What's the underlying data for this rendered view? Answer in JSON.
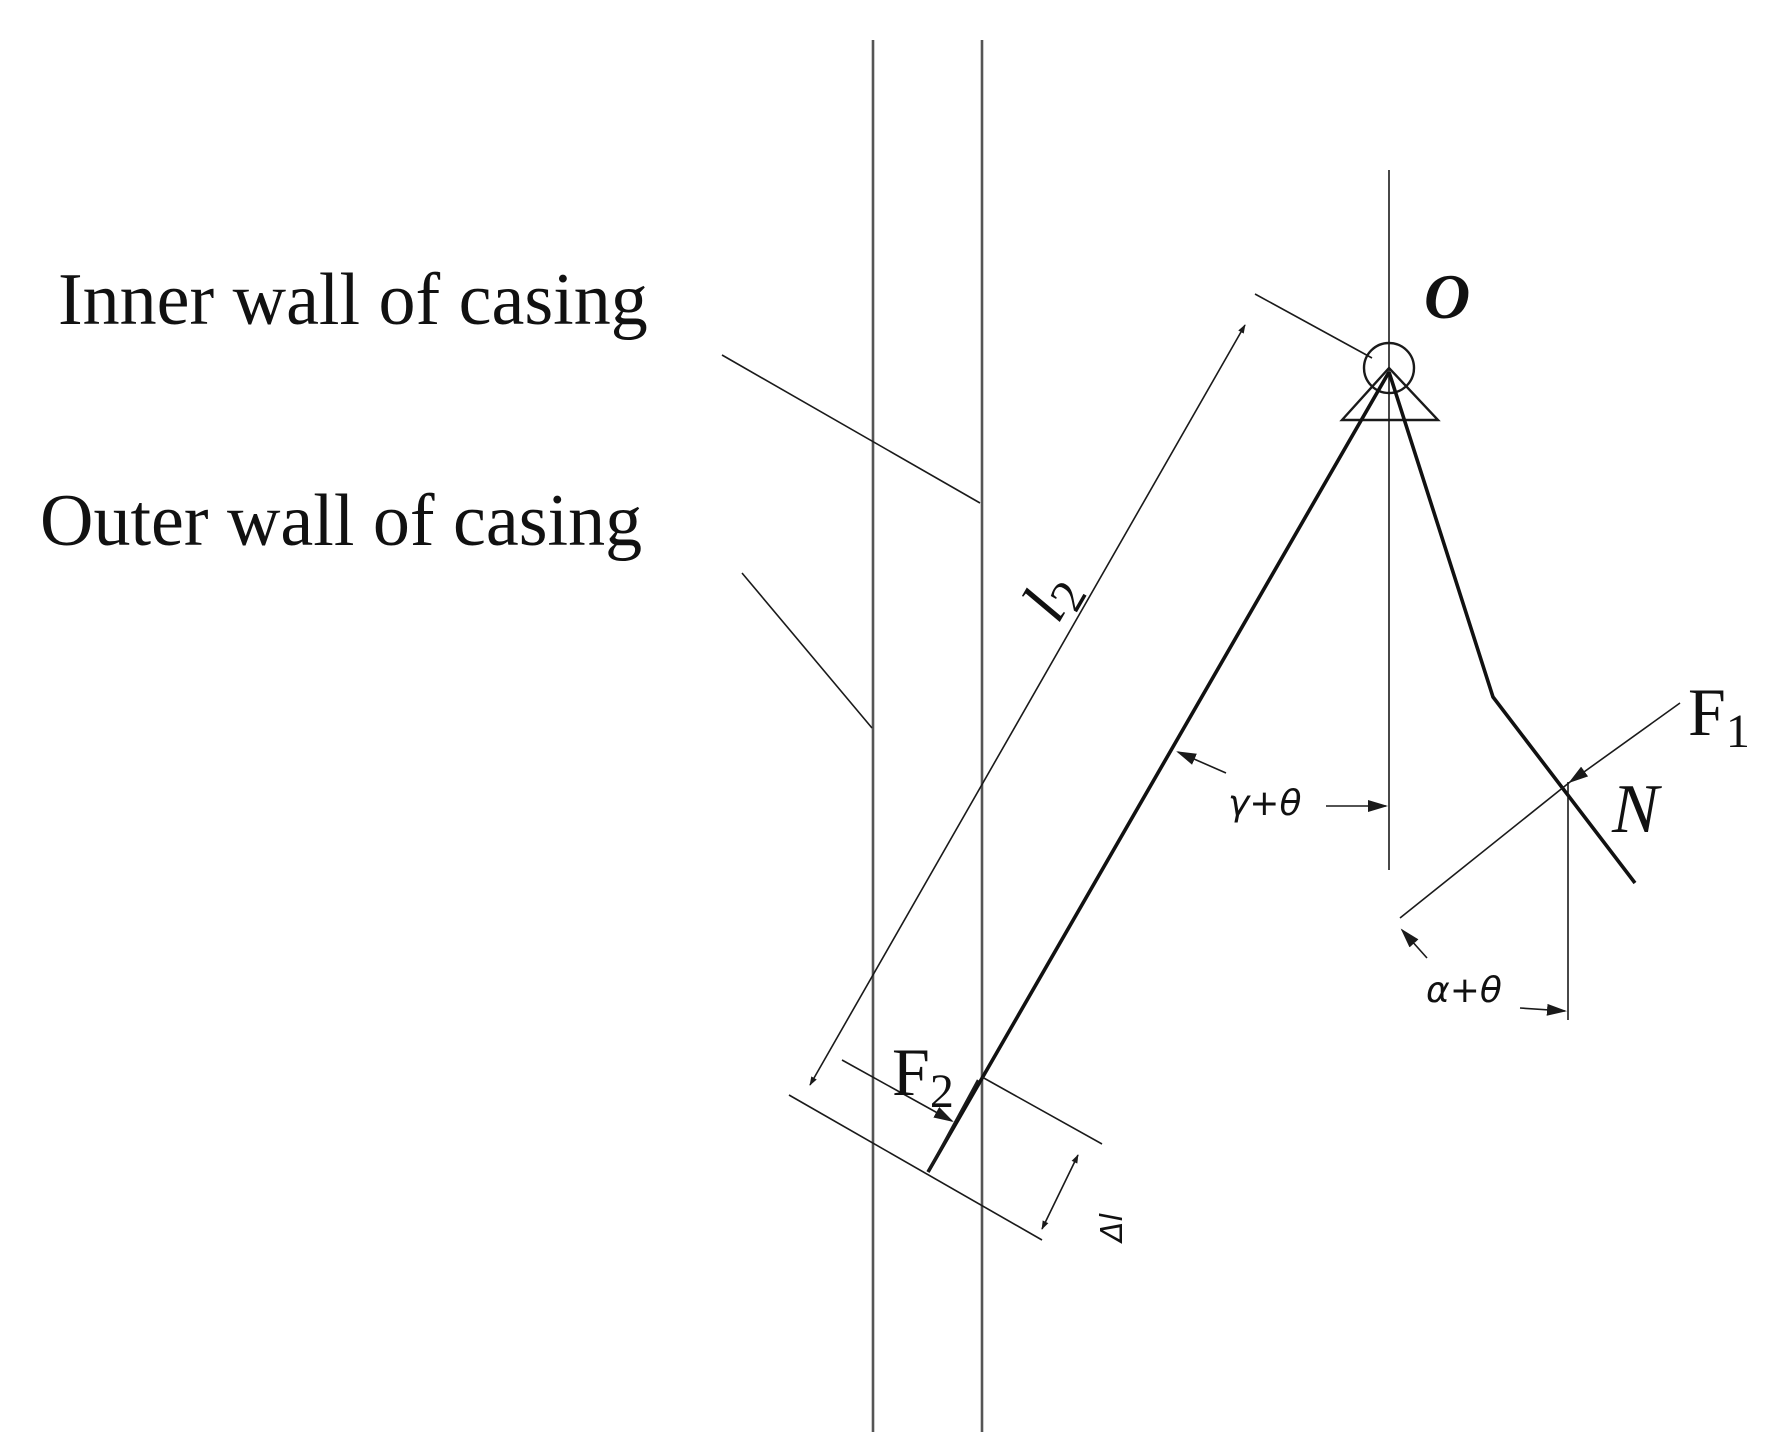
{
  "labels": {
    "inner_wall": "Inner wall of casing",
    "outer_wall": "Outer wall of casing",
    "pivot": "O",
    "arm_length_base": "l",
    "arm_length_sub": "2",
    "force_1_base": "F",
    "force_1_sub": "1",
    "force_2_base": "F",
    "force_2_sub": "2",
    "normal_force": "N",
    "angle_gamma_theta": "γ+θ",
    "angle_alpha_theta": "α+θ",
    "delta_l": "Δl"
  }
}
